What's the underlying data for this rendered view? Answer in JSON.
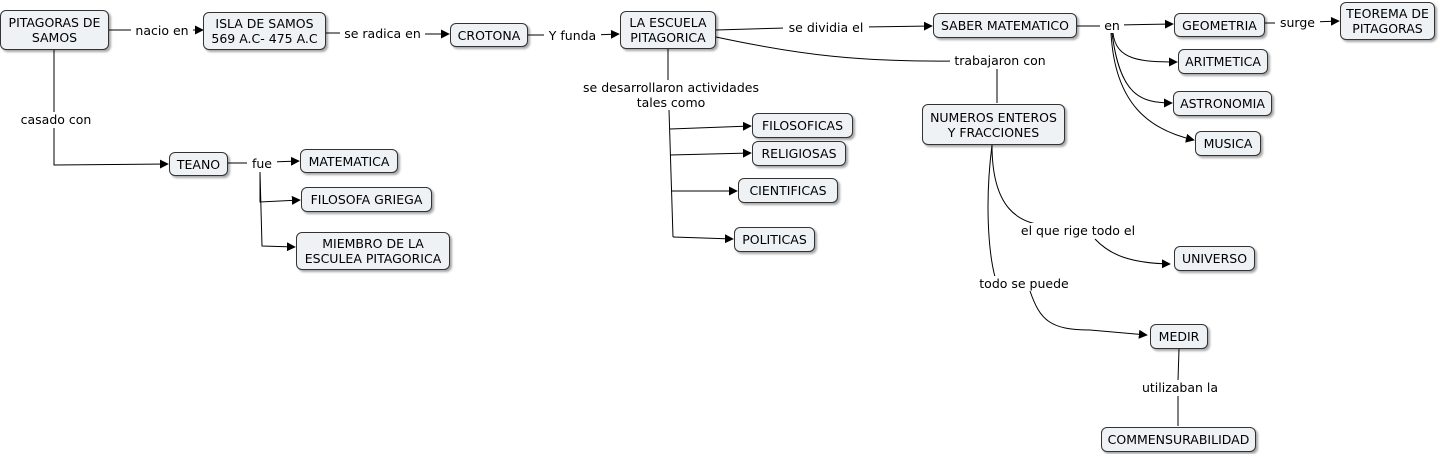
{
  "concept_map": {
    "concepts": {
      "pitagoras": "PITAGORAS DE\nSAMOS",
      "isla": "ISLA DE SAMOS\n569 A.C- 475 A.C",
      "crotona": "CROTONA",
      "escuela": "LA ESCUELA\nPITAGORICA",
      "saber": "SABER MATEMATICO",
      "geometria": "GEOMETRIA",
      "teorema": "TEOREMA DE\nPITAGORAS",
      "aritmetica": "ARITMETICA",
      "astronomia": "ASTRONOMIA",
      "musica": "MUSICA",
      "teano": "TEANO",
      "matematica": "MATEMATICA",
      "filosofa": "FILOSOFA GRIEGA",
      "miembro": "MIEMBRO DE LA\nESCULEA PITAGORICA",
      "filosoficas": "FILOSOFICAS",
      "religiosas": "RELIGIOSAS",
      "cientificas": "CIENTIFICAS",
      "politicas": "POLITICAS",
      "numeros": "NUMEROS ENTEROS\nY FRACCIONES",
      "universo": "UNIVERSO",
      "medir": "MEDIR",
      "commensurabilidad": "COMMENSURABILIDAD"
    },
    "linking_phrases": {
      "nacio_en": "nacio en",
      "se_radica_en": "se radica en",
      "y_funda": "Y funda",
      "se_dividia_el": "se dividia el",
      "en": "en",
      "surge": "surge",
      "casado_con": "casado con",
      "fue": "fue",
      "actividades": "se desarrollaron actividades\ntales como",
      "trabajaron_con": "trabajaron con",
      "el_que_rige": "el que rige todo el",
      "todo_se_puede": "todo se puede",
      "utilizaban_la": "utilizaban la"
    }
  }
}
